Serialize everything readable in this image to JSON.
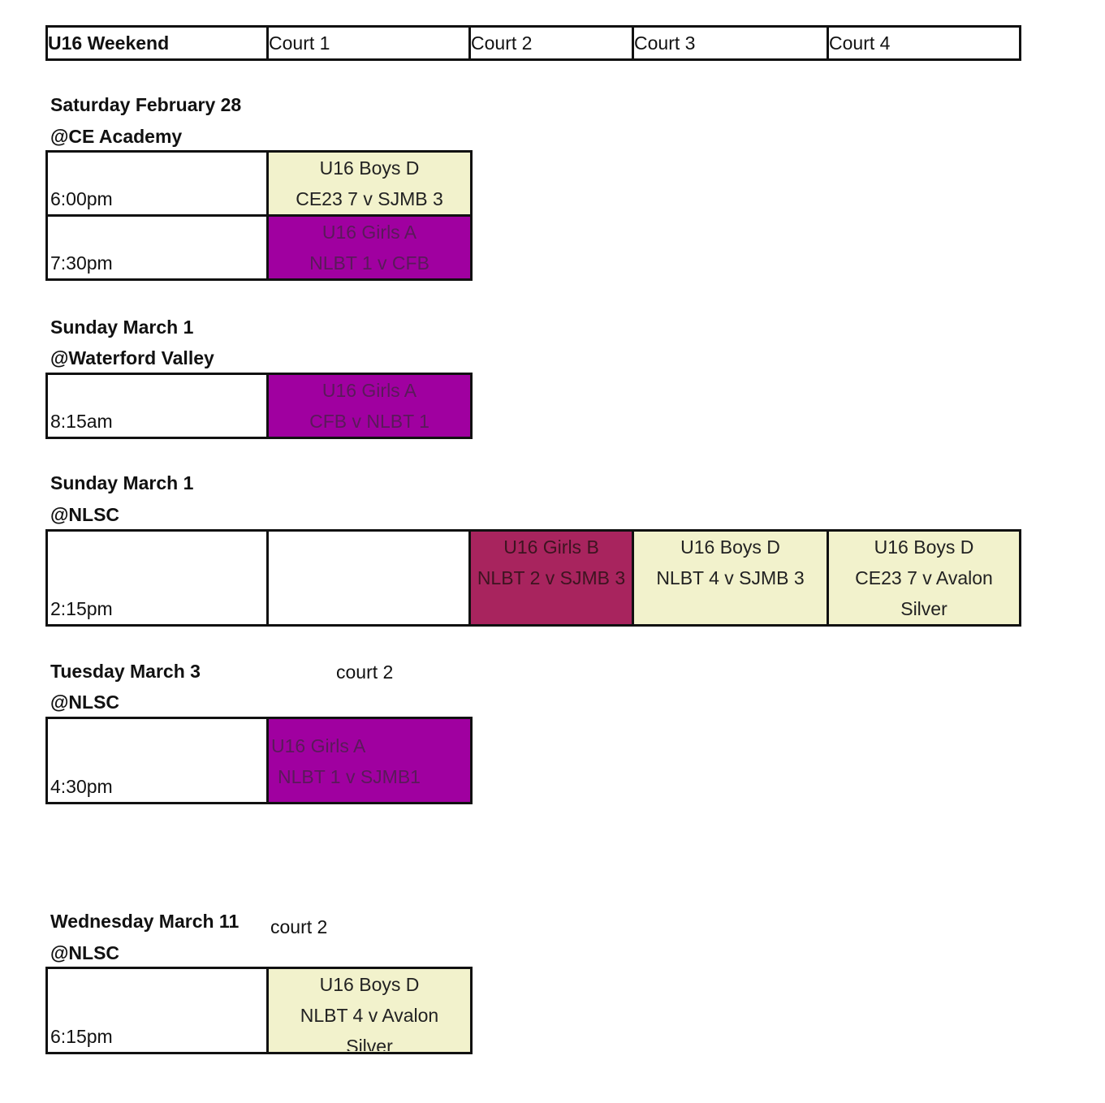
{
  "header": {
    "title": "U16 Weekend",
    "courts": [
      "Court 1",
      "Court 2",
      "Court 3",
      "Court 4"
    ]
  },
  "sections": [
    {
      "date": "Saturday February 28",
      "venue": "@CE Academy",
      "slots": [
        {
          "time": "6:00pm",
          "game": {
            "division": "U16 Boys D",
            "match": "CE23 7 v SJMB 3"
          }
        },
        {
          "time": "7:30pm",
          "game": {
            "division": "U16 Girls A",
            "match": "NLBT 1 v CFB"
          }
        }
      ]
    },
    {
      "date": "Sunday March 1",
      "venue": "@Waterford Valley",
      "slots": [
        {
          "time": "8:15am",
          "game": {
            "division": "U16 Girls A",
            "match": "CFB v NLBT 1"
          }
        }
      ]
    },
    {
      "date": "Sunday March 1",
      "venue": "@NLSC",
      "slots": [
        {
          "time": "2:15pm",
          "court1": "",
          "court2": {
            "division": "U16 Girls B",
            "match": "NLBT 2 v SJMB 3"
          },
          "court3": {
            "division": "U16 Boys D",
            "match": "NLBT 4 v SJMB 3"
          },
          "court4": {
            "division": "U16 Boys D",
            "match": "CE23 7 v Avalon",
            "extra": "Silver"
          }
        }
      ]
    },
    {
      "date": "Tuesday March 3",
      "note": "court 2",
      "venue": "@NLSC",
      "slots": [
        {
          "time": "4:30pm",
          "game": {
            "division": "U16 Girls A",
            "match": "NLBT 1 v SJMB1"
          }
        }
      ]
    },
    {
      "date": "Wednesday March 11",
      "note": "court 2",
      "venue": "@NLSC",
      "slots": [
        {
          "time": "6:15pm",
          "game": {
            "division": "U16 Boys D",
            "match": "NLBT 4 v Avalon",
            "extra": "Silver"
          }
        }
      ]
    }
  ],
  "colors": {
    "boys_d": "#f2f2cc",
    "girls_a": "#a000a0",
    "girls_b": "#a8245e"
  }
}
